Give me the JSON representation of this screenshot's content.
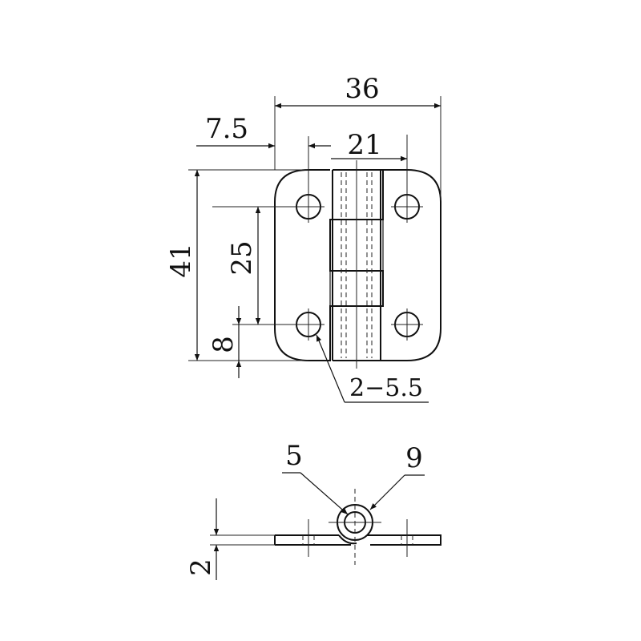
{
  "dimensions": {
    "overall_width": "36",
    "offset": "7.5",
    "knuckle_width": "21",
    "overall_height": "41",
    "hole_spacing": "25",
    "edge_to_hole": "8",
    "hole_spec": "2−5.5",
    "pin_diameter": "5",
    "knuckle_diameter": "9",
    "thickness": "2"
  }
}
